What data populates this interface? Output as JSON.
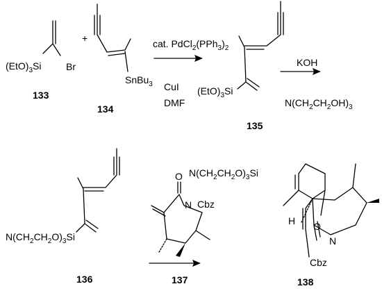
{
  "scheme": {
    "compounds": {
      "c133": {
        "number": "133",
        "group": "(EtO)",
        "sub3": "3",
        "si": "Si",
        "br": "Br"
      },
      "c134": {
        "number": "134",
        "sn": "SnBu",
        "sub3": "3"
      },
      "c135": {
        "number": "135",
        "group": "(EtO)",
        "sub3": "3",
        "si": "Si"
      },
      "c136": {
        "number": "136",
        "group": "N(CH",
        "sub2a": "2",
        "ch": "CH",
        "sub2b": "2",
        "o": "O)",
        "sub3": "3",
        "si": "Si"
      },
      "c137": {
        "number": "137",
        "o": "O",
        "n": "N",
        "cbz": "Cbz"
      },
      "c138": {
        "number": "138",
        "group": "N(CH",
        "sub2a": "2",
        "ch": "CH",
        "sub2b": "2",
        "o": "O)",
        "sub3": "3",
        "si": "Si",
        "h": "H",
        "o2": "O",
        "n": "N",
        "cbz": "Cbz"
      }
    },
    "plus": "+",
    "step1": {
      "cat": "cat. PdCl",
      "sub2": "2",
      "pph": "(PPh",
      "sub3": "3",
      "close": ")",
      "sub2b": "2",
      "cui": "CuI",
      "dmf": "DMF"
    },
    "step2": {
      "koh": "KOH",
      "amine": "N(CH",
      "sub2a": "2",
      "ch": "CH",
      "sub2b": "2",
      "oh": "OH)",
      "sub3": "3"
    }
  }
}
